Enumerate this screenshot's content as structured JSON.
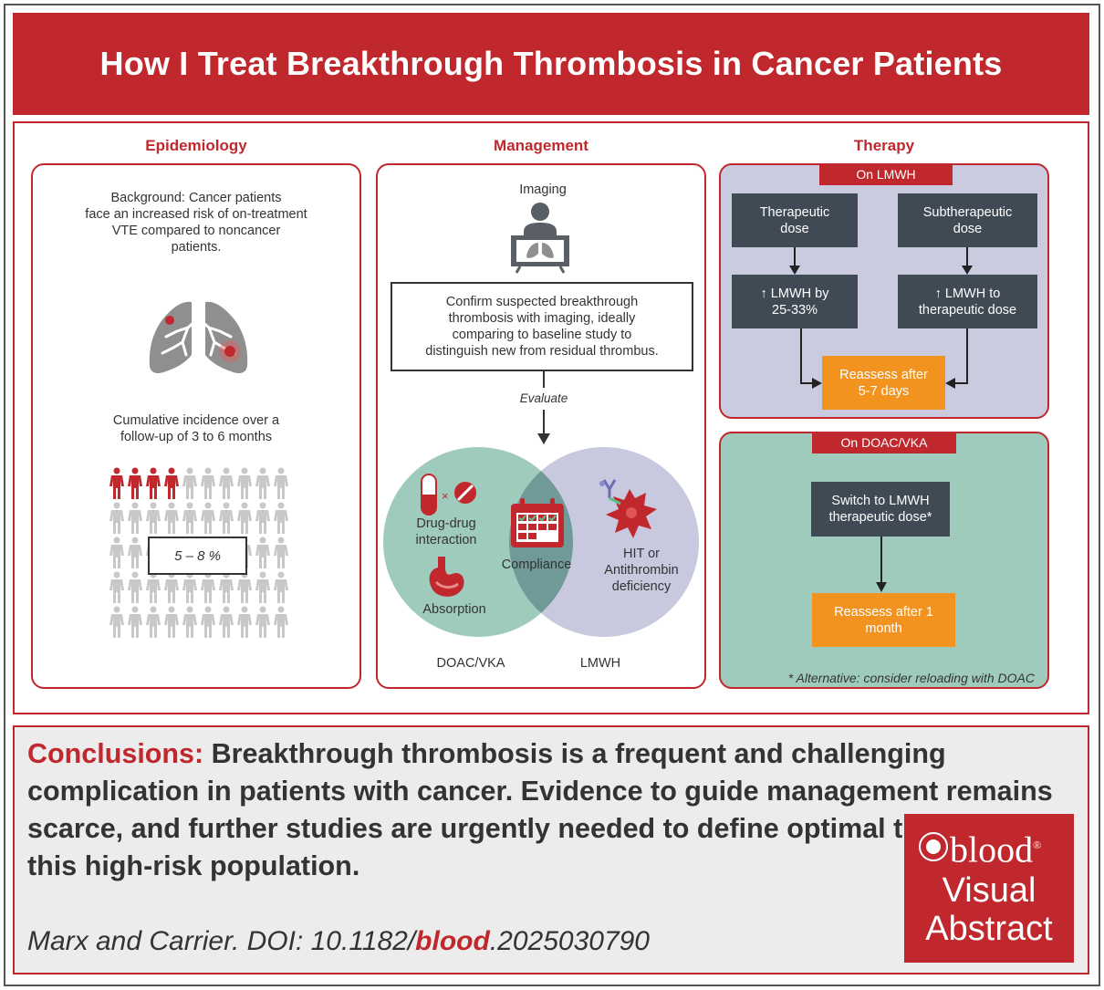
{
  "title": "How I Treat Breakthrough Thrombosis in Cancer Patients",
  "epidemiology": {
    "heading": "Epidemiology",
    "background_lines": [
      "Background: Cancer patients",
      "face an increased risk of on-treatment",
      "VTE compared to noncancer",
      "patients."
    ],
    "incidence_lines": [
      "Cumulative incidence over a",
      "follow-up of 3 to 6 months"
    ],
    "incidence_value": "5 – 8 %",
    "icon_highlight_count": 4,
    "icon_total": 50,
    "colors": {
      "highlight": "#c0282d",
      "neutral": "#c8c8c8"
    }
  },
  "management": {
    "heading": "Management",
    "imaging_label": "Imaging",
    "confirm_lines": [
      "Confirm suspected breakthrough",
      "thrombosis with imaging, ideally",
      "comparing to baseline study to",
      "distinguish new from residual thrombus."
    ],
    "evaluate_label": "Evaluate",
    "left_circle": {
      "items": [
        [
          "Drug-drug",
          "interaction"
        ],
        [
          "Absorption"
        ]
      ],
      "caption": "DOAC/VKA",
      "color": "#9fcbbd"
    },
    "right_circle": {
      "items": [
        [
          "HIT or",
          "Antithrombin",
          "deficiency"
        ]
      ],
      "caption": "LMWH",
      "color": "#c8c8df"
    },
    "overlap_label": "Compliance",
    "overlap_color": "#6f9a97"
  },
  "therapy": {
    "heading": "Therapy",
    "lmwh": {
      "tag": "On LMWH",
      "panel_color": "#cbcbe0",
      "therapeutic_lines": [
        "Therapeutic",
        "dose"
      ],
      "subtherapeutic_lines": [
        "Subtherapeutic",
        "dose"
      ],
      "increase_lines": [
        "↑ LMWH by",
        "25-33%"
      ],
      "to_therapeutic_lines": [
        "↑ LMWH to",
        "therapeutic dose"
      ],
      "reassess_lines": [
        "Reassess after",
        "5-7 days"
      ]
    },
    "doac": {
      "tag": "On DOAC/VKA",
      "panel_color": "#9fcbbd",
      "switch_lines": [
        "Switch to LMWH",
        "therapeutic dose*"
      ],
      "reassess_lines": [
        "Reassess after 1",
        "month"
      ],
      "footnote": "* Alternative: consider reloading with DOAC"
    }
  },
  "conclusions": {
    "label": "Conclusions:",
    "text": "Breakthrough thrombosis is a frequent and challenging complication in patients with cancer. Evidence to guide management remains scarce, and further studies are urgently needed to define optimal treatment for this high-risk population.",
    "citation_prefix": "Marx and Carrier. DOI: 10.1182/",
    "citation_bold": "blood",
    "citation_suffix": ".2025030790"
  },
  "logo": {
    "brand": "blood",
    "registered": "®",
    "line1": "Visual",
    "line2": "Abstract"
  }
}
